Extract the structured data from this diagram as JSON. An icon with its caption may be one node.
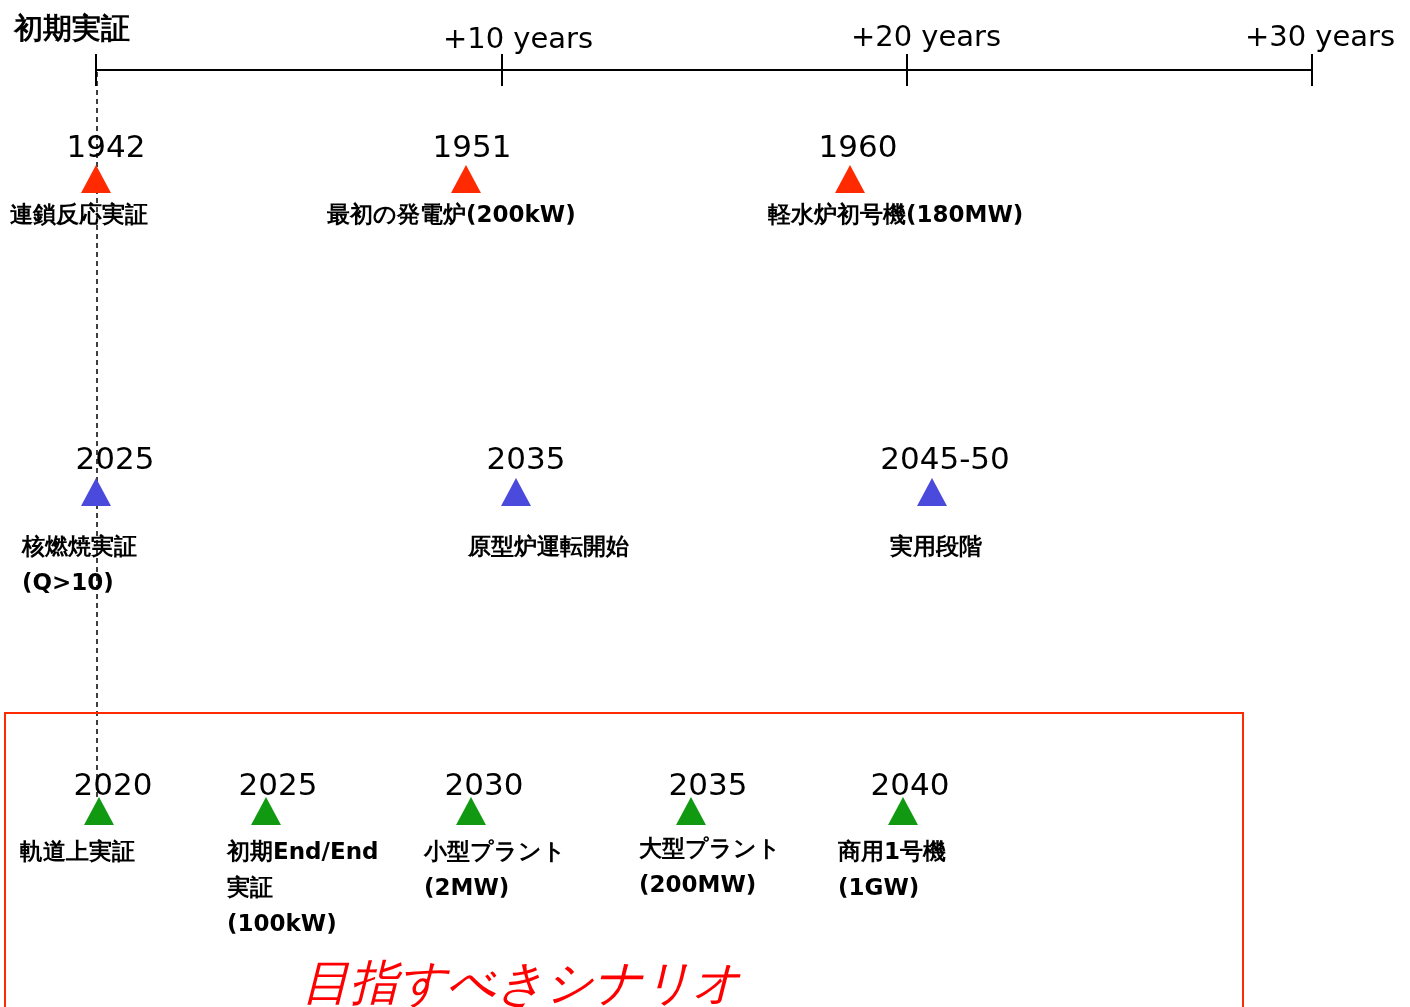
{
  "diagram": {
    "nodes": [
      {
        "text": [],
        "shape": "triangle",
        "beside": [
          "1942",
          "連鎖反応実証"
        ]
      },
      {
        "text": [],
        "shape": "triangle",
        "beside": [
          "1951",
          "最初の発電炉(200kW)"
        ]
      },
      {
        "text": [],
        "shape": "triangle",
        "beside": [
          "1960",
          "軽水炉初号機(180MW)"
        ]
      },
      {
        "text": [],
        "shape": "triangle",
        "beside": [
          "2025",
          "核燃焼実証 (Q>10)"
        ]
      },
      {
        "text": [],
        "shape": "triangle",
        "beside": [
          "2035",
          "原型炉運転開始"
        ]
      },
      {
        "text": [],
        "shape": "triangle",
        "beside": [
          "2045-50",
          "実用段階"
        ]
      },
      {
        "text": [
          "目指すべきシナリオ"
        ]
      },
      {
        "text": [],
        "shape": "triangle",
        "in": 6,
        "beside": [
          "2020",
          "軌道上実証"
        ]
      },
      {
        "text": [],
        "shape": "triangle",
        "in": 6,
        "beside": [
          "2025",
          "初期End/End 実証 (100kW)"
        ]
      },
      {
        "text": [],
        "shape": "triangle",
        "in": 6,
        "beside": [
          "2030",
          "小型プラント (2MW)"
        ]
      },
      {
        "text": [],
        "shape": "triangle",
        "in": 6,
        "beside": [
          "2035",
          "大型プラント (200MW)"
        ]
      },
      {
        "text": [],
        "shape": "triangle",
        "in": 6,
        "beside": [
          "2040",
          "商用1号機 (1GW)"
        ]
      }
    ],
    "labels": [
      "初期実証",
      "+10 years",
      "+20 years",
      "+30 years"
    ]
  }
}
